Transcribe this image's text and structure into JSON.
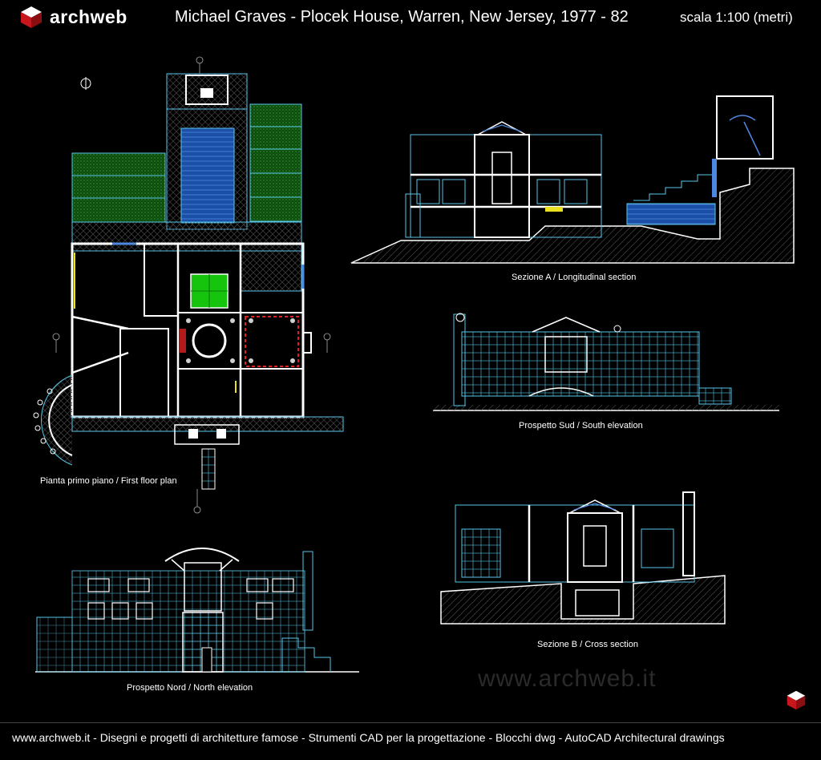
{
  "header": {
    "logo_text": "archweb",
    "title": "Michael Graves - Plocek House, Warren, New Jersey, 1977 - 82",
    "scale": "scala 1:100 (metri)"
  },
  "drawings": {
    "first_floor_plan": "Pianta primo piano / First floor plan",
    "north_elevation": "Prospetto Nord   /   North elevation",
    "section_a": "Sezione  A   /  Longitudinal section",
    "south_elevation": "Prospetto Sud  /  South elevation",
    "section_b": "Sezione  B   /  Cross section"
  },
  "watermark": "www.archweb.it",
  "footer": {
    "text": "www.archweb.it  -  Disegni e progetti di architetture famose  -  Strumenti CAD  per la progettazione  -  Blocchi dwg - AutoCAD Architectural drawings"
  },
  "colors": {
    "background": "#000000",
    "line_cyan": "#58c6e8",
    "line_white": "#ffffff",
    "pool_blue": "#2a6bd0",
    "lawn_green": "#1f7a1f",
    "courtyard_green": "#16c40e",
    "accent_red": "#e02020",
    "hatch_grey": "#555555"
  },
  "icons": {
    "logo": "cube-icon",
    "corner_badge": "cube-icon"
  }
}
